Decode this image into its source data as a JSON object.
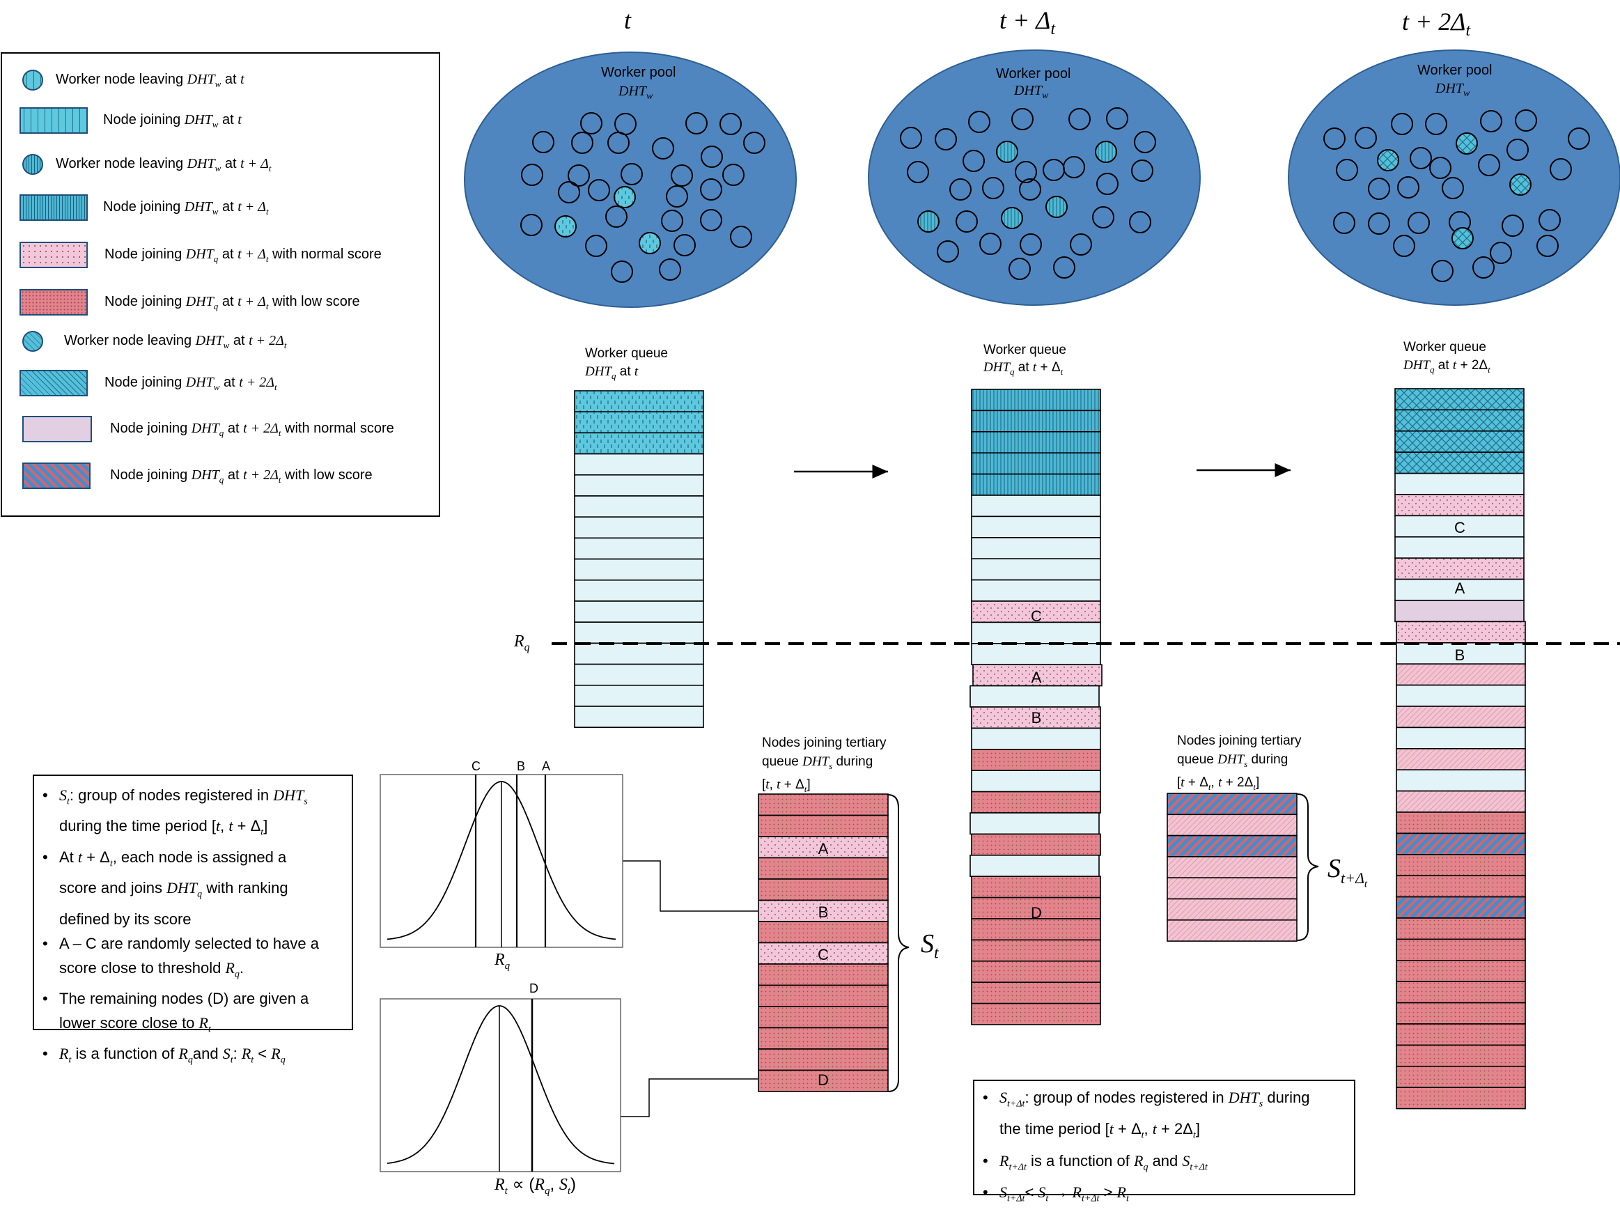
{
  "headers": {
    "t": "t",
    "t_dt": "t + Δt",
    "t_2dt": "t + 2Δt"
  },
  "pool": {
    "title": "Worker pool",
    "dht": "DHTw"
  },
  "queue": {
    "title": "Worker queue",
    "at_t": "DHTq at t",
    "at_t_dt": "DHTq at t + Δt",
    "at_t_2dt": "DHTq at t + 2Δt"
  },
  "threshold_label": "Rq",
  "legend": [
    {
      "text": "Worker node leaving DHTw at t",
      "swatch": "circle",
      "pattern": "pat-dash",
      "icon": "worker-leaving-icon"
    },
    {
      "text": "Node joining DHTw at t",
      "swatch": "rect",
      "pattern": "pat-dash",
      "icon": "joining-icon"
    },
    {
      "text": "Worker node leaving DHTw at t + Δt",
      "swatch": "circle",
      "pattern": "pat-vert",
      "icon": "worker-leaving-icon"
    },
    {
      "text": "Node joining DHTw at t + Δt",
      "swatch": "rect",
      "pattern": "pat-vert",
      "icon": "joining-icon"
    },
    {
      "text": "Node joining DHTq at t + Δt  with normal score",
      "swatch": "rect",
      "pattern": "pat-pink-dot",
      "icon": "normal-score-icon"
    },
    {
      "text": "Node joining DHTq at t + Δt  with low score",
      "swatch": "rect",
      "pattern": "pat-red-dot",
      "icon": "low-score-icon"
    },
    {
      "text": "Worker node leaving DHTw at t + 2Δt",
      "swatch": "circle",
      "pattern": "pat-cross",
      "icon": "worker-leaving-icon"
    },
    {
      "text": "Node joining DHTw at t + 2Δt",
      "swatch": "rect",
      "pattern": "pat-cross",
      "icon": "joining-icon"
    },
    {
      "text": "Node joining DHTq at t + 2Δt  with normal score",
      "swatch": "rect",
      "pattern": "pat-lilac",
      "icon": "normal-score-icon"
    },
    {
      "text": "Node joining DHTq at t + 2Δt  with low score",
      "swatch": "rect",
      "pattern": "pat-blue-red",
      "icon": "low-score-icon"
    }
  ],
  "tertiary": {
    "st_title": [
      "Nodes joining tertiary",
      "queue DHTs during",
      "[t, t + Δt]"
    ],
    "st_label": "St",
    "st1_title": [
      "Nodes joining tertiary",
      "queue DHTs during",
      "[t + Δt, t + 2Δt]"
    ],
    "st1_label": "St+Δt"
  },
  "cell_labels": {
    "A": "A",
    "B": "B",
    "C": "C",
    "D": "D"
  },
  "note1": [
    "St: group of nodes registered in DHTs during the time period [t, t + Δt]",
    "At t + Δt, each node is assigned a score and joins DHTq with ranking defined by its score",
    "A – C are randomly selected to have a score close to threshold Rq.",
    "The remaining nodes (D) are given a lower score close to Rt",
    "Rt is a function of Rq and  St:  Rt < Rq"
  ],
  "note2": [
    "St+Δt: group of nodes registered in DHTs during the time period [t + Δt, t + 2Δt]",
    "Rt+Δt is a function of Rq and  St+Δt",
    "St+Δt< St → Rt+Δt > Rt"
  ],
  "charts": {
    "top_xlabel": "Rq",
    "bottom_xlabel": "Rt ∝ (Rq, St)",
    "top_markers": [
      "C",
      "B",
      "A"
    ],
    "bottom_marker": "D"
  },
  "colors": {
    "pool": "#4f86c0",
    "queue": "#e3f4f9",
    "cyan": "#57c4dc",
    "pink": "#f4c6d9",
    "red": "#e7868f",
    "lilac": "#e0cbe0",
    "blue": "#3d90cc"
  }
}
